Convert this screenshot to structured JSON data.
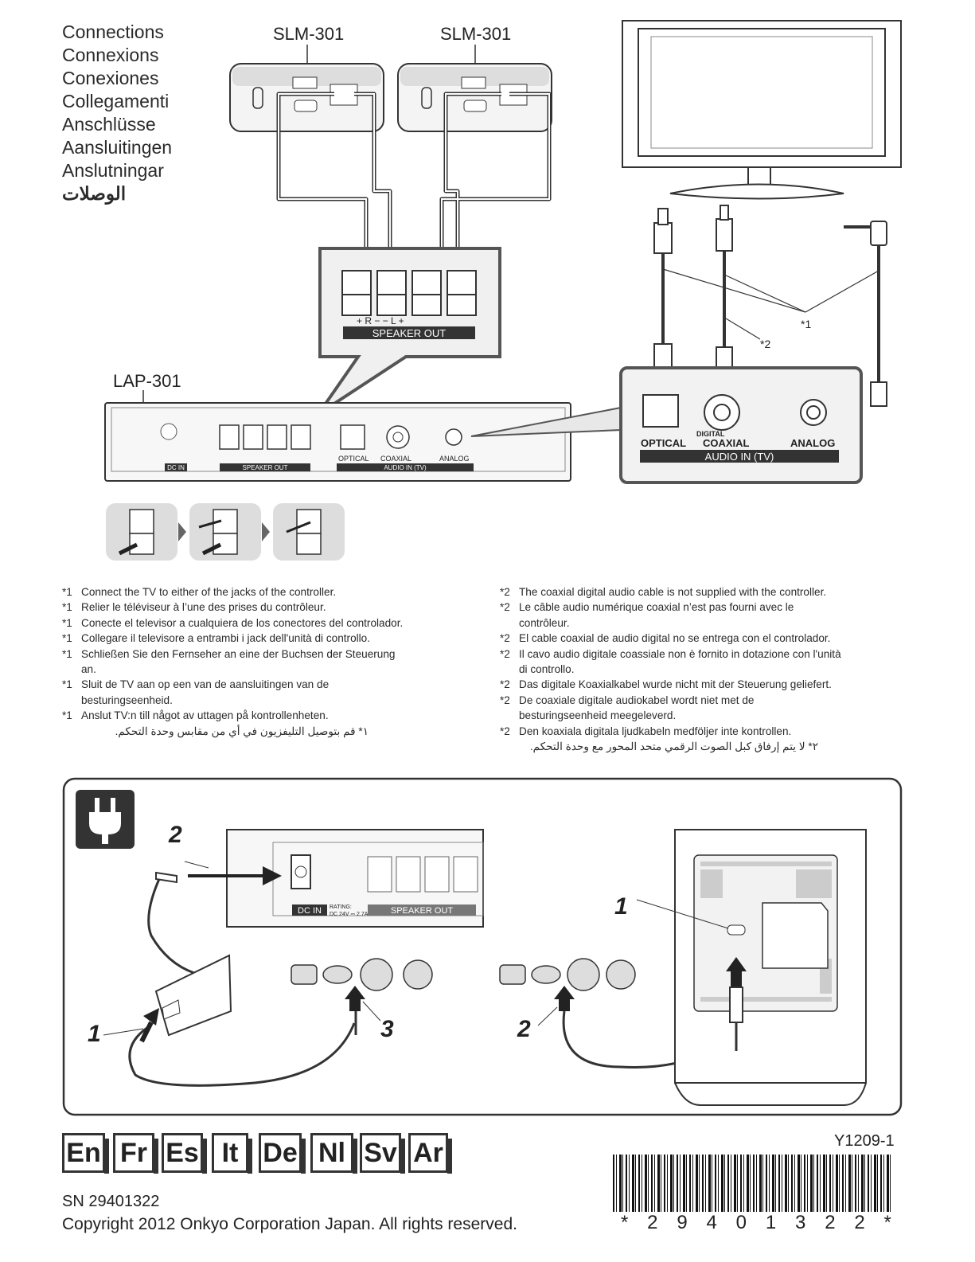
{
  "titles": [
    "Connections",
    "Connexions",
    "Conexiones",
    "Collegamenti",
    "Anschlüsse",
    "Aansluitingen",
    "Anslutningar",
    "الوصلات"
  ],
  "models": {
    "speaker_left": "SLM-301",
    "speaker_right": "SLM-301",
    "controller": "LAP-301"
  },
  "controller_labels": {
    "speaker_out": "SPEAKER OUT",
    "polarity": "+ R −  − L +",
    "optical": "OPTICAL",
    "digital": "DIGITAL",
    "coaxial": "COAXIAL",
    "analog": "ANALOG",
    "audio_in": "AUDIO IN (TV)",
    "dc_in": "DC IN",
    "rating": "RATING:",
    "rating_val": "DC 24V ⎓ 2.7A"
  },
  "callouts": {
    "c1": "*1",
    "c2": "*2"
  },
  "notes_left": [
    {
      "mark": "*1",
      "text": "Connect the TV to either of the jacks of the controller."
    },
    {
      "mark": "*1",
      "text": "Relier le téléviseur à l’une des prises du contrôleur."
    },
    {
      "mark": "*1",
      "text": "Conecte el televisor a cualquiera de los conectores del controlador."
    },
    {
      "mark": "*1",
      "text": "Collegare il televisore a entrambi i jack dell'unità di controllo."
    },
    {
      "mark": "*1",
      "text": "Schließen Sie den Fernseher an eine der Buchsen der Steuerung"
    },
    {
      "mark": "",
      "text": "an."
    },
    {
      "mark": "*1",
      "text": "Sluit de TV aan op een van de aansluitingen van de"
    },
    {
      "mark": "",
      "text": "besturingseenheid."
    },
    {
      "mark": "*1",
      "text": "Anslut TV:n till något av uttagen på kontrollenheten."
    }
  ],
  "note_left_ar": "١*  قم بتوصيل التليفزيون في أي من مقابس وحدة التحكم.",
  "notes_right": [
    {
      "mark": "*2",
      "text": "The coaxial digital audio cable is not supplied with the controller."
    },
    {
      "mark": "*2",
      "text": "Le câble audio numérique coaxial n’est pas fourni avec le"
    },
    {
      "mark": "",
      "text": "contrôleur."
    },
    {
      "mark": "*2",
      "text": "El cable coaxial de audio digital no se entrega con el controlador."
    },
    {
      "mark": "*2",
      "text": "Il cavo audio digitale coassiale non è fornito in dotazione con l'unità"
    },
    {
      "mark": "",
      "text": "di controllo."
    },
    {
      "mark": "*2",
      "text": "Das digitale Koaxialkabel wurde nicht mit der Steuerung geliefert."
    },
    {
      "mark": "*2",
      "text": "De coaxiale digitale audiokabel wordt niet met de"
    },
    {
      "mark": "",
      "text": "besturingseenheid meegeleverd."
    },
    {
      "mark": "*2",
      "text": "Den koaxiala digitala ljudkabeln medföljer inte kontrollen."
    }
  ],
  "note_right_ar": "٢*  لا يتم إرفاق كبل الصوت الرقمي متحد المحور مع وحدة التحكم.",
  "power_steps": {
    "a1": "1",
    "a2": "2",
    "a3": "3",
    "b1": "1",
    "b2": "2"
  },
  "languages": [
    "En",
    "Fr",
    "Es",
    "It",
    "De",
    "Nl",
    "Sv",
    "Ar"
  ],
  "doc_code": "Y1209-1",
  "serial": "SN 29401322",
  "copyright": "Copyright 2012 Onkyo Corporation Japan. All rights reserved.",
  "barcode_digits": [
    "*",
    "2",
    "9",
    "4",
    "0",
    "1",
    "3",
    "2",
    "2",
    "*"
  ]
}
